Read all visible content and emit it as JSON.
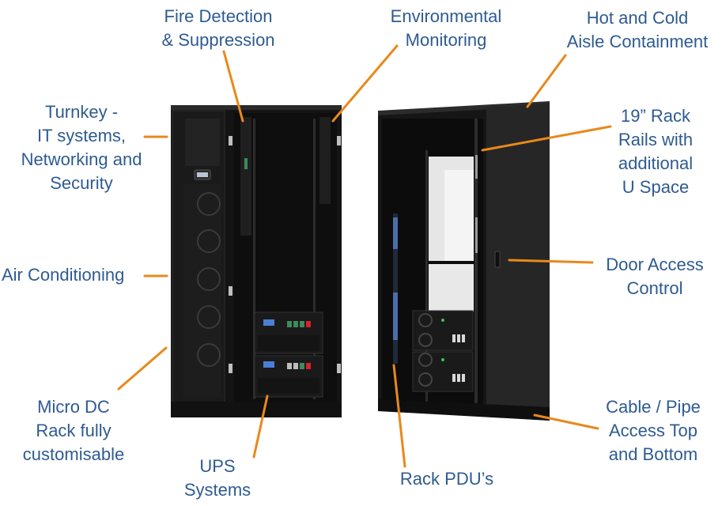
{
  "colors": {
    "label_text": "#2e5b91",
    "leader_line": "#e8891c",
    "cabinet_body": "#1c1c1c",
    "cabinet_dark": "#0d0d0d",
    "panel_light": "#e6e6e6",
    "ups_display": "#4a7fd6",
    "button_green": "#3f8a5e",
    "button_red": "#d6232c",
    "pdu_blue": "#4b6ea8"
  },
  "labels": {
    "fire": "Fire Detection\n& Suppression",
    "environmental": "Environmental\nMonitoring",
    "containment": "Hot and Cold\nAisle Containment",
    "turnkey": "Turnkey -\nIT systems,\nNetworking and\nSecurity",
    "rack_rails": "19” Rack\nRails with\nadditional\nU Space",
    "air_conditioning": "Air Conditioning",
    "door_access": "Door Access\nControl",
    "micro_dc": "Micro DC\nRack fully\ncustomisable",
    "ups": "UPS\nSystems",
    "rack_pdu": "Rack PDU’s",
    "cable_pipe": "Cable / Pipe\nAccess Top\nand Bottom"
  }
}
